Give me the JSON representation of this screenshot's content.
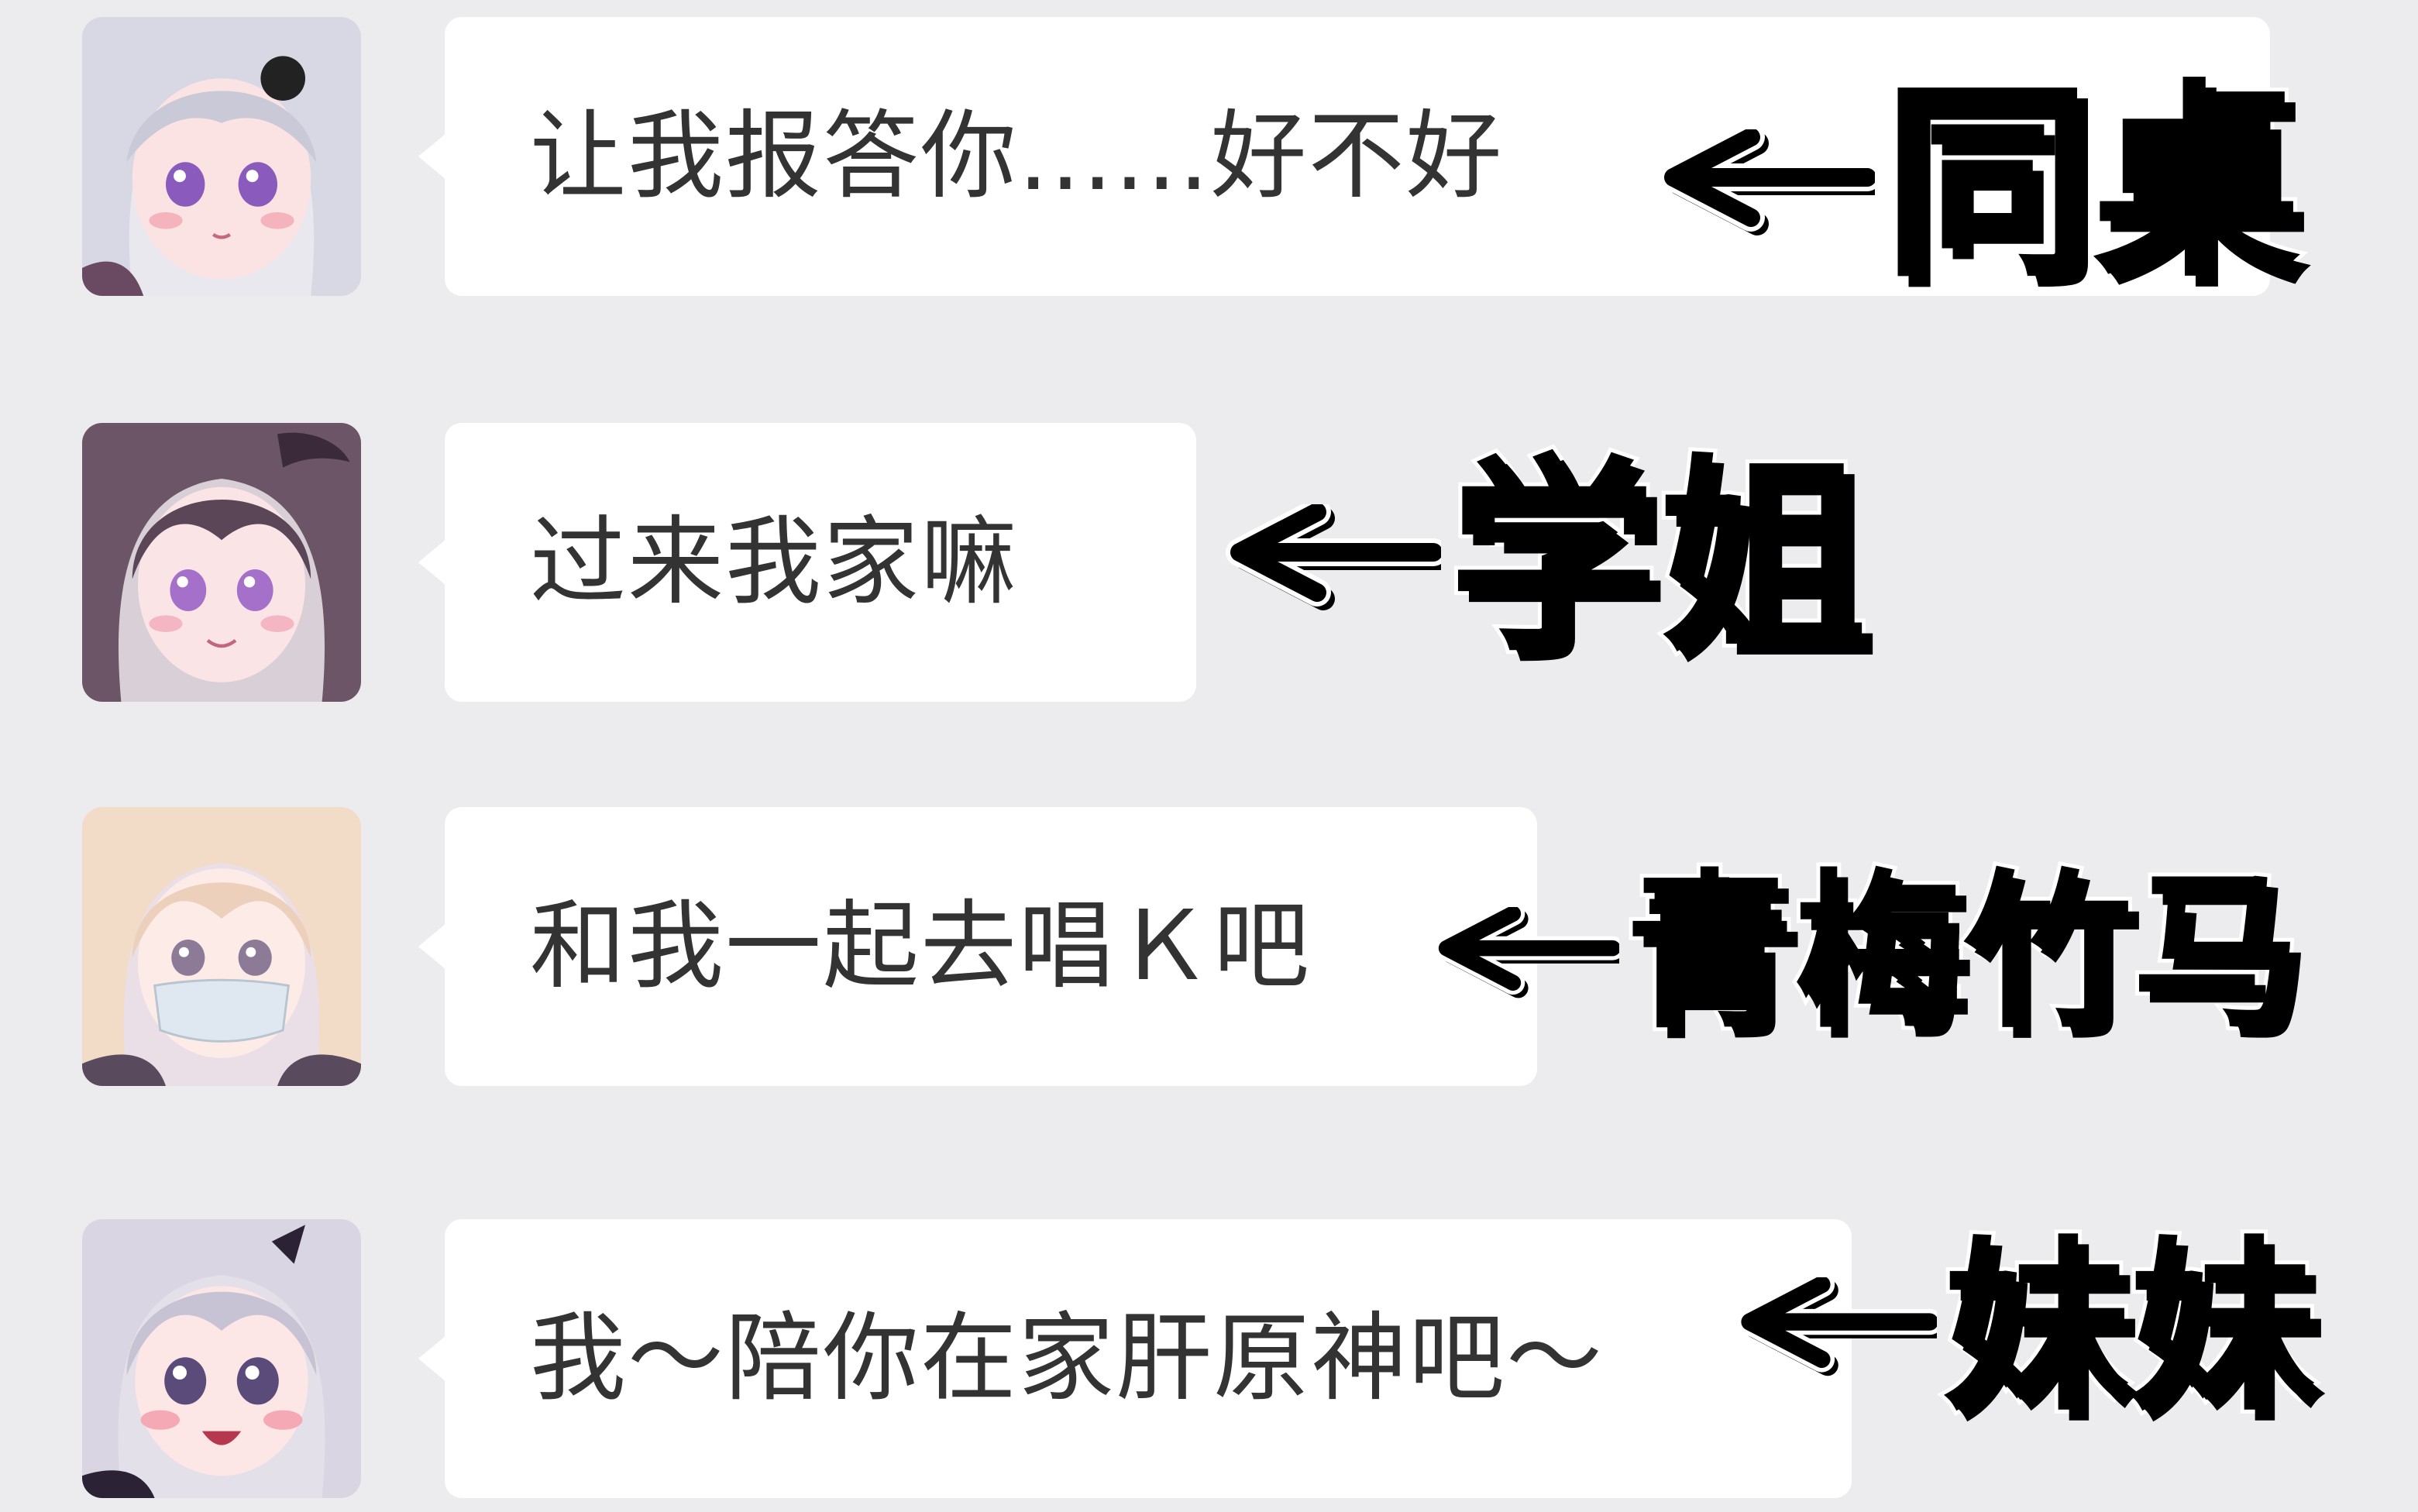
{
  "messages": [
    {
      "text": "让我报答你......好不好",
      "label": "同桌",
      "colors": {
        "hair": "#d8d8e4",
        "hair_dark": "#a9a9bb",
        "skin": "#fbe3e4",
        "eye": "#8a5bbd",
        "accent": "#222222"
      }
    },
    {
      "text": "过来我家嘛",
      "label": "学姐",
      "colors": {
        "hair": "#6b5566",
        "hair_dark": "#3e2f3d",
        "skin": "#fbe4e6",
        "eye": "#a470c9",
        "accent": "#3a2a3a"
      }
    },
    {
      "text": "和我一起去唱Ｋ吧",
      "label": "青梅竹马",
      "colors": {
        "hair": "#f2dcc8",
        "hair_dark": "#d8b8a6",
        "skin": "#fcebe6",
        "eye": "#8c7a96",
        "accent": "#dfe8f0"
      }
    },
    {
      "text": "我～陪你在家肝原神吧～",
      "label": "妹妹",
      "colors": {
        "hair": "#d9d5e2",
        "hair_dark": "#9f9bb0",
        "skin": "#fde6e6",
        "eye": "#5b4b7a",
        "accent": "#2c2236"
      }
    }
  ]
}
